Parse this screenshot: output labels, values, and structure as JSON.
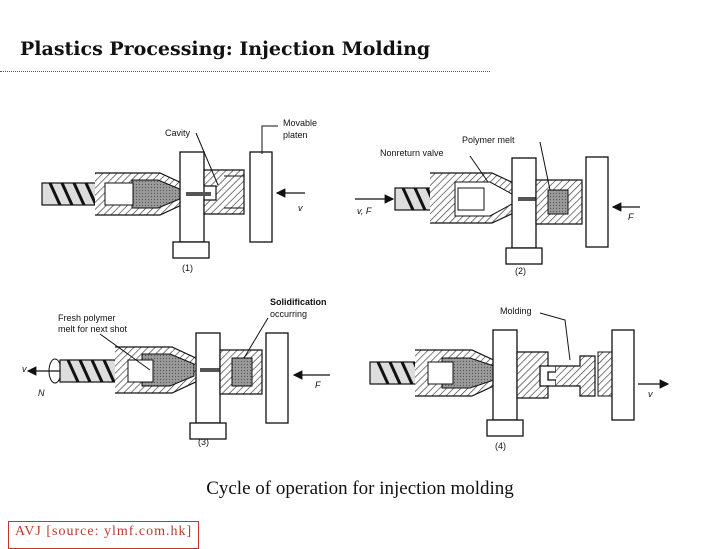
{
  "title": "Plastics Processing: Injection Molding",
  "caption": "Cycle of operation for injection molding",
  "source": "AVJ [source: ylmf.com.hk]",
  "panels": [
    {
      "number": "(1)",
      "labels": [
        "Cavity",
        "Movable",
        "platen",
        "v"
      ]
    },
    {
      "number": "(2)",
      "labels": [
        "Polymer melt",
        "Nonreturn valve",
        "v, F",
        "F"
      ]
    },
    {
      "number": "(3)",
      "labels": [
        "Fresh polymer",
        "melt for next shot",
        "Solidification",
        "occurring",
        "v",
        "N",
        "F"
      ]
    },
    {
      "number": "(4)",
      "labels": [
        "Molding",
        "v"
      ]
    }
  ],
  "colors": {
    "text": "#111111",
    "source_border": "#c0392b",
    "rule": "#555555",
    "hatch": "#333333"
  }
}
